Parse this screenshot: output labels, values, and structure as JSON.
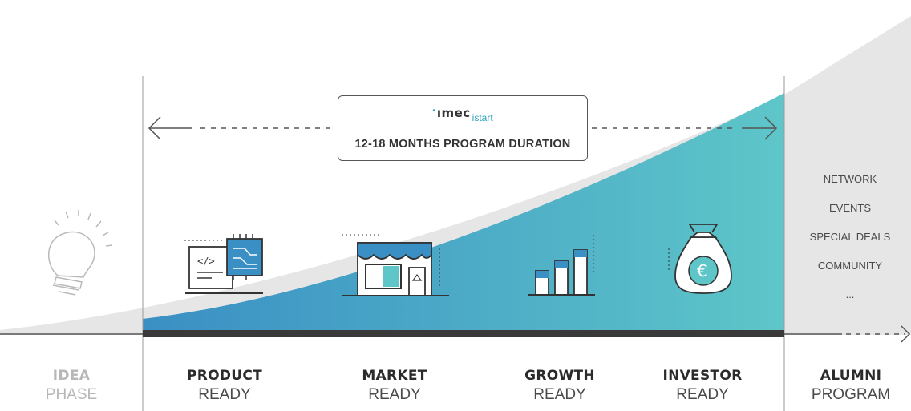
{
  "brand": {
    "name": "ımec",
    "sub": "istart"
  },
  "duration_label": "12-18 MONTHS PROGRAM DURATION",
  "stages": [
    {
      "line1": "IDEA",
      "line2": "PHASE",
      "faded": true
    },
    {
      "line1": "PRODUCT",
      "line2": "READY",
      "faded": false
    },
    {
      "line1": "MARKET",
      "line2": "READY",
      "faded": false
    },
    {
      "line1": "GROWTH",
      "line2": "READY",
      "faded": false
    },
    {
      "line1": "INVESTOR",
      "line2": "READY",
      "faded": false
    },
    {
      "line1": "ALUMNI",
      "line2": "PROGRAM",
      "faded": false
    }
  ],
  "alumni_benefits": [
    "NETWORK",
    "EVENTS",
    "SPECIAL DEALS",
    "COMMUNITY",
    "..."
  ],
  "icons": [
    "lightbulb-icon",
    "laptop-chip-icon",
    "storefront-icon",
    "bar-chart-icon",
    "money-bag-icon",
    "arrow-left-icon",
    "arrow-right-icon"
  ],
  "colors": {
    "accent_start": "#3a8fc4",
    "accent_end": "#5ec6c9",
    "gray_curve": "#e3e3e3",
    "baseline": "#3a3a3a"
  }
}
